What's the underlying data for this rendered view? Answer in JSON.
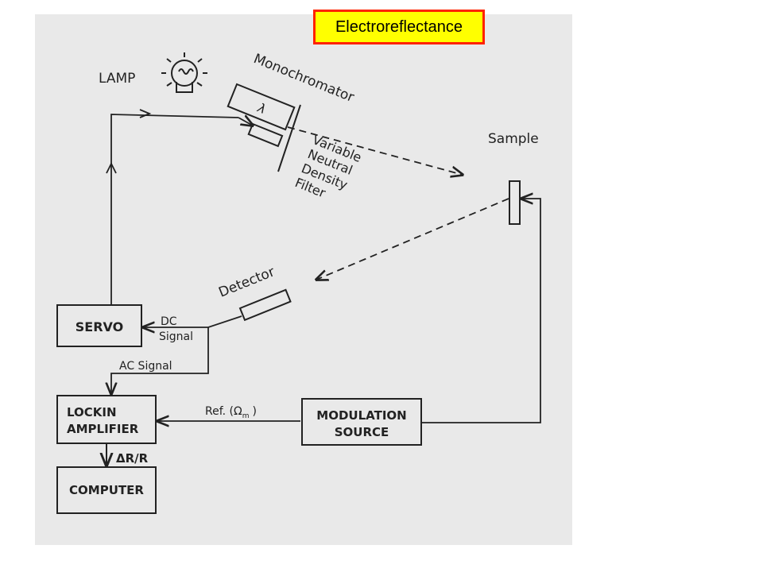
{
  "title": "Electroreflectance",
  "colors": {
    "title_bg": "#ffff00",
    "title_border": "#ff2200",
    "scan_bg": "#e9e9e9",
    "ink": "#222222"
  },
  "diagram": {
    "lamp": "LAMP",
    "monochromator": "Monochromator",
    "lambda": "λ",
    "filter_lines": [
      "Variable",
      "Neutral",
      "Density",
      "Filter"
    ],
    "sample": "Sample",
    "detector": "Detector",
    "servo": "SERVO",
    "dc_signal_lines": [
      "DC",
      "Signal"
    ],
    "ac_signal": "AC Signal",
    "lockin_lines": [
      "LOCKIN",
      "AMPLIFIER"
    ],
    "ref_signal": "Ref. (Ω",
    "ref_subscript": "m",
    "ref_close": ")",
    "modulation_lines": [
      "MODULATION",
      "SOURCE"
    ],
    "delta_r": "ΔR/R",
    "computer": "COMPUTER"
  }
}
